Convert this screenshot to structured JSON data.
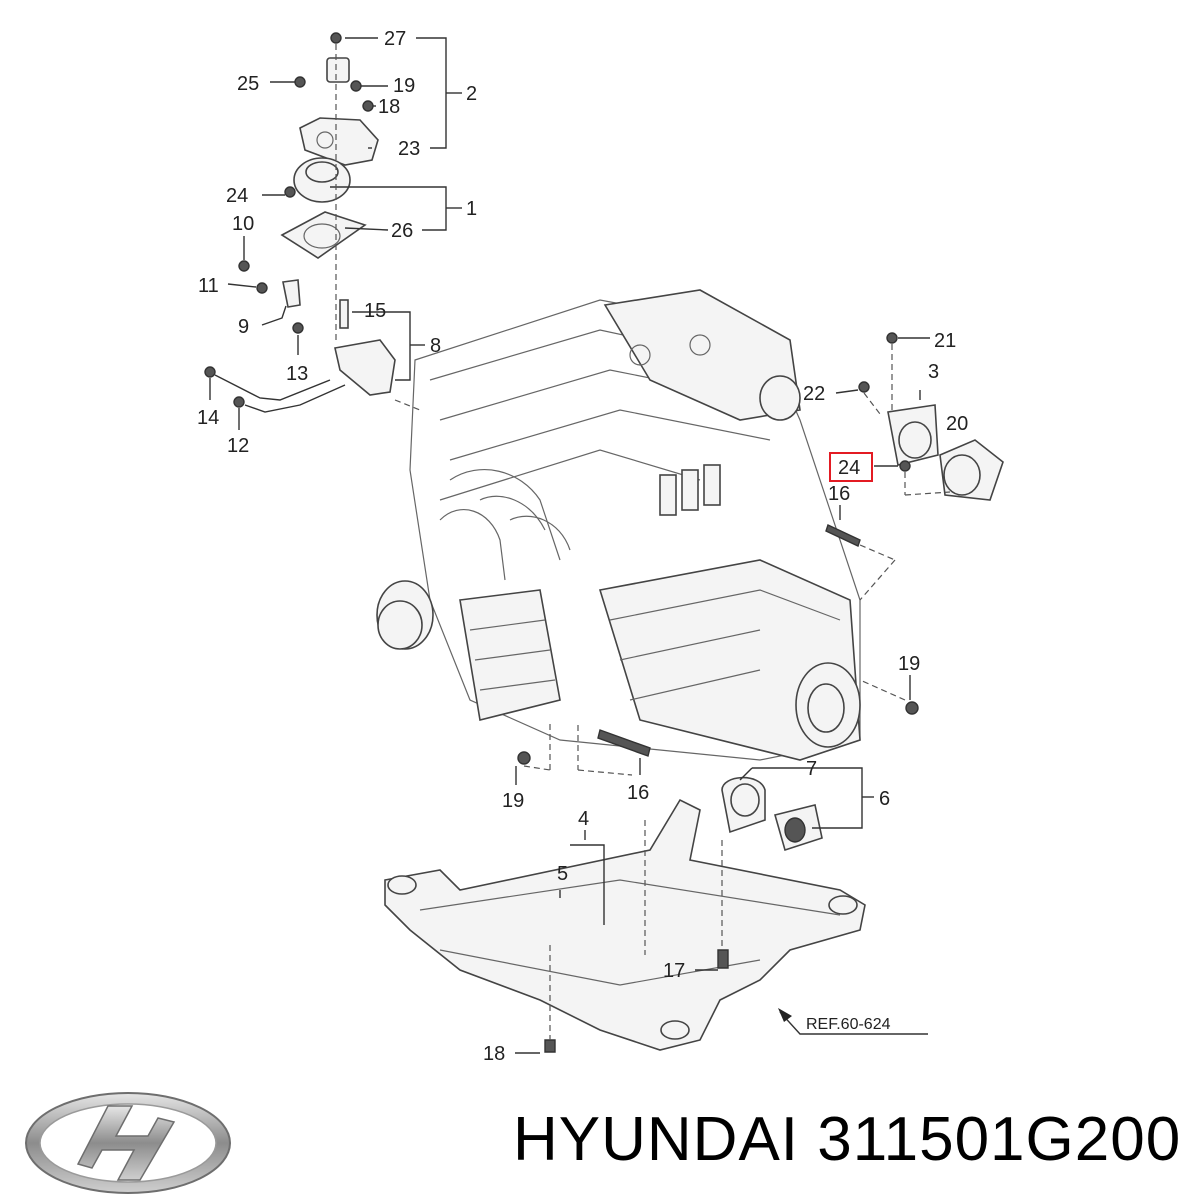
{
  "diagram": {
    "callouts": {
      "c27": "27",
      "c25": "25",
      "c19a": "19",
      "c18a": "18",
      "c2": "2",
      "c23": "23",
      "c24a": "24",
      "c1": "1",
      "c26": "26",
      "c10": "10",
      "c11": "11",
      "c9": "9",
      "c15": "15",
      "c8": "8",
      "c13": "13",
      "c14": "14",
      "c12": "12",
      "c21": "21",
      "c3": "3",
      "c22": "22",
      "c20": "20",
      "c24b": "24",
      "c16a": "16",
      "c19b": "19",
      "c19c": "19",
      "c16b": "16",
      "c7": "7",
      "c6": "6",
      "c4": "4",
      "c5": "5",
      "c17": "17",
      "c18b": "18"
    },
    "reference": "REF.60-624",
    "highlighted_callout": "24",
    "highlight_color": "#e31b23"
  },
  "footer": {
    "logo_icon": "hyundai-logo-icon",
    "brand": "HYUNDAI",
    "part_number": "311501G200",
    "caption": "HYUNDAI 311501G200"
  }
}
